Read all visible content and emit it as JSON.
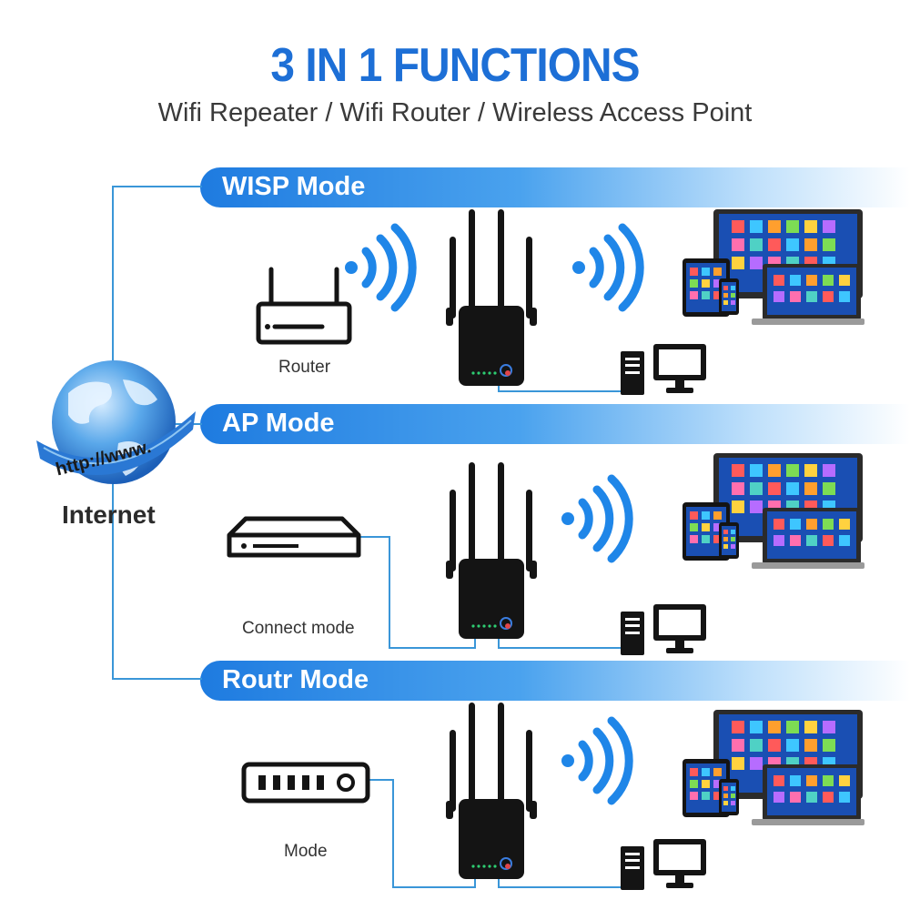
{
  "header": {
    "title": "3 IN 1 FUNCTIONS",
    "subtitle": "Wifi Repeater / Wifi Router / Wireless Access Point"
  },
  "internet": {
    "label": "Internet",
    "url_text": "http://www."
  },
  "modes": [
    {
      "label": "WISP Mode",
      "device_caption": "Router"
    },
    {
      "label": "AP Mode",
      "device_caption": "Connect mode"
    },
    {
      "label": "Routr Mode",
      "device_caption": "Mode"
    }
  ],
  "colors": {
    "title": "#1d6fd6",
    "banner_start": "#1e7be0",
    "banner_end": "#ffffff",
    "line": "#3a96d8",
    "wifi_wave": "#1f86e8",
    "device": "#141414",
    "screen": "#1a4fb3"
  },
  "icons": [
    "globe-icon",
    "router-icon",
    "modem-icon",
    "extender-icon",
    "wifi-signal-icon",
    "desktop-pc-icon",
    "devices-icon"
  ]
}
